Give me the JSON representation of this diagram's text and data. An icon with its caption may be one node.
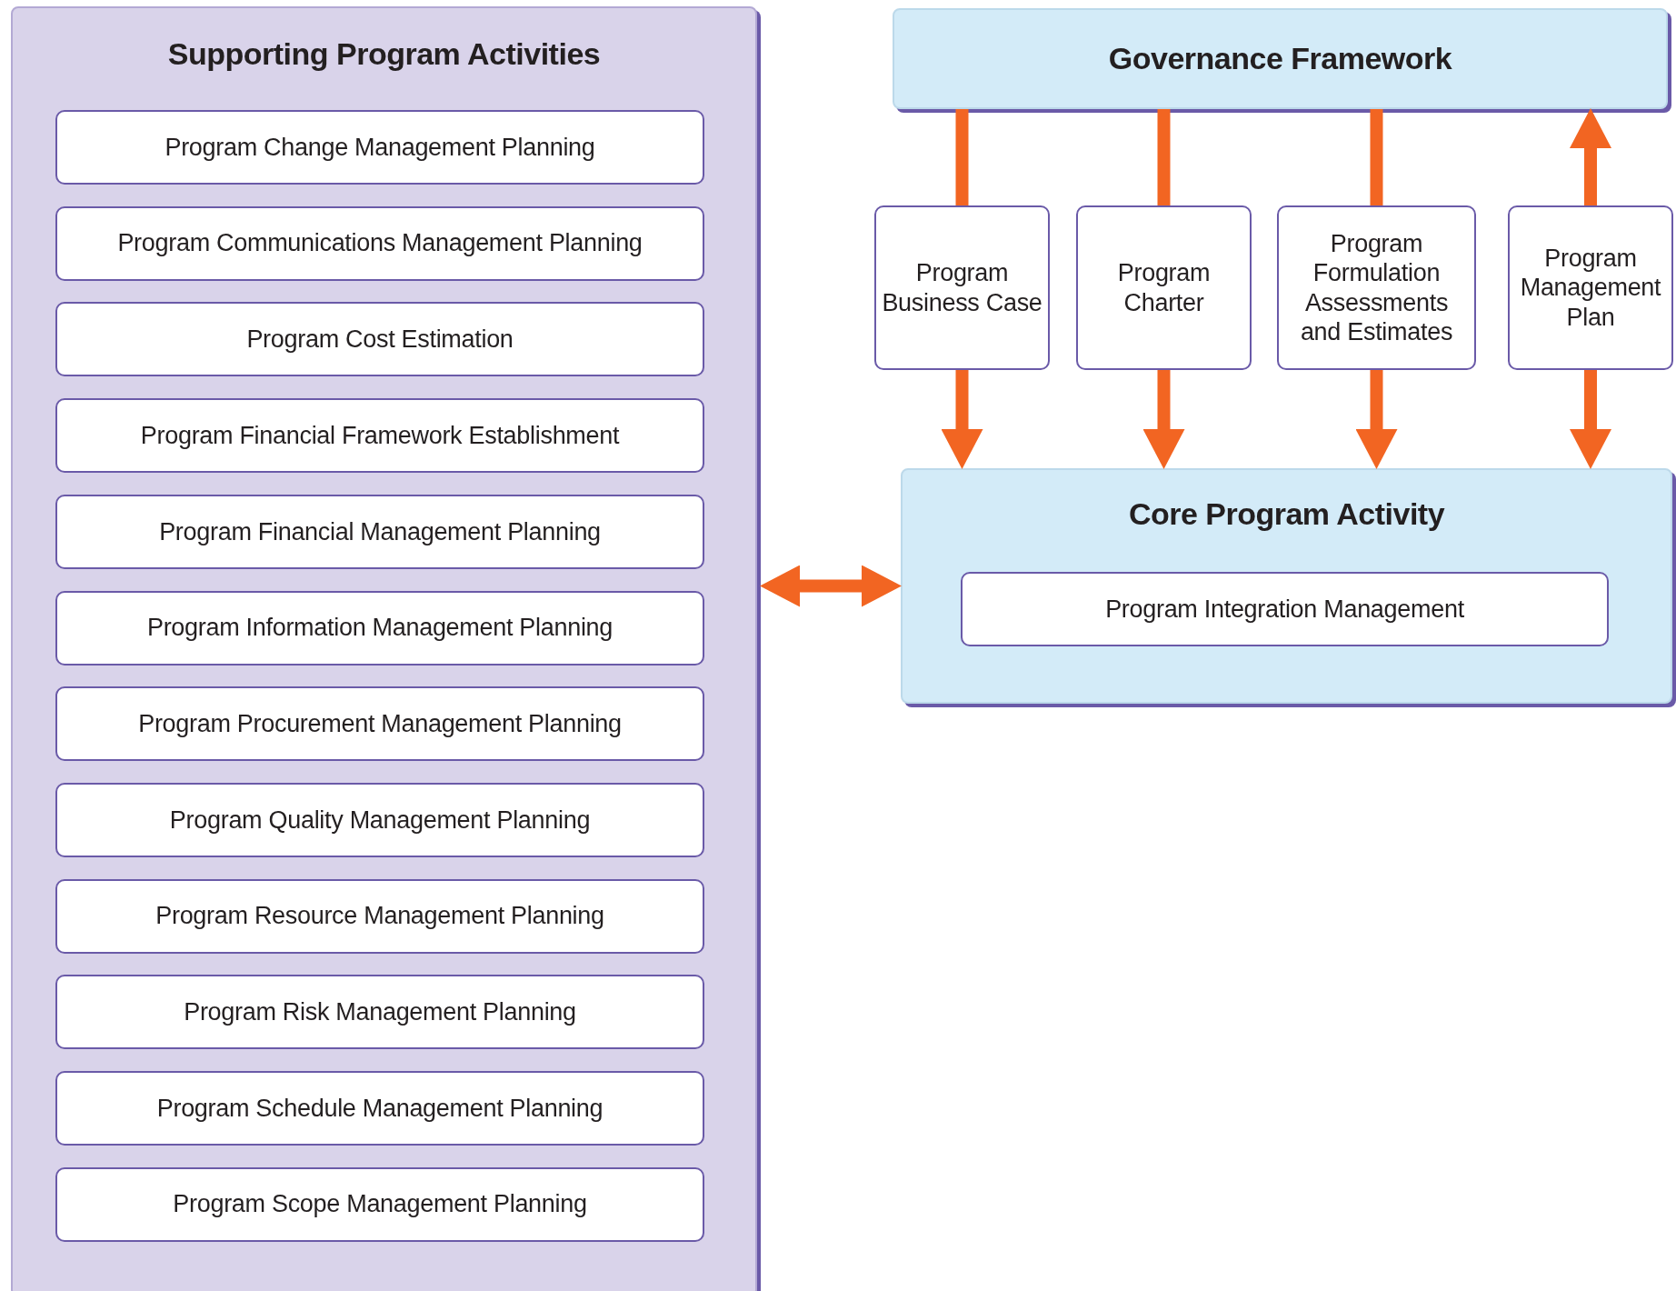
{
  "diagram": {
    "nodes": [
      {
        "text": [
          "Supporting Program Activities"
        ]
      },
      {
        "text": [
          "Program Change Management Planning"
        ],
        "in": 0
      },
      {
        "text": [
          "Program Communications Management Planning"
        ],
        "in": 0
      },
      {
        "text": [
          "Program Cost Estimation"
        ],
        "in": 0
      },
      {
        "text": [
          "Program Financial Framework Establishment"
        ],
        "in": 0
      },
      {
        "text": [
          "Program Financial Management Planning"
        ],
        "in": 0
      },
      {
        "text": [
          "Program Information Management Planning"
        ],
        "in": 0
      },
      {
        "text": [
          "Program Procurement Management Planning"
        ],
        "in": 0
      },
      {
        "text": [
          "Program Quality Management Planning"
        ],
        "in": 0
      },
      {
        "text": [
          "Program Resource Management Planning"
        ],
        "in": 0
      },
      {
        "text": [
          "Program Risk Management Planning"
        ],
        "in": 0
      },
      {
        "text": [
          "Program Schedule Management Planning"
        ],
        "in": 0
      },
      {
        "text": [
          "Program Scope Management Planning"
        ],
        "in": 0
      },
      {
        "text": [
          "Governance Framework"
        ]
      },
      {
        "text": [
          "Program Business Case"
        ]
      },
      {
        "text": [
          "Program Charter"
        ]
      },
      {
        "text": [
          "Program Formulation Assessments and Estimates"
        ]
      },
      {
        "text": [
          "Program Management Plan"
        ]
      },
      {
        "text": [
          "Core Program Activity"
        ]
      },
      {
        "text": [
          "Program Integration Management"
        ],
        "in": 18
      }
    ],
    "edges": [
      {
        "from": 13,
        "to": 14,
        "arrow": "none"
      },
      {
        "from": 14,
        "to": 18,
        "arrow": "to"
      },
      {
        "from": 13,
        "to": 15,
        "arrow": "none"
      },
      {
        "from": 15,
        "to": 18,
        "arrow": "to"
      },
      {
        "from": 13,
        "to": 16,
        "arrow": "none"
      },
      {
        "from": 16,
        "to": 18,
        "arrow": "to"
      },
      {
        "from": 17,
        "to": 13,
        "arrow": "to"
      },
      {
        "from": 17,
        "to": 18,
        "arrow": "to"
      },
      {
        "from": 0,
        "to": 18,
        "arrow": "both"
      }
    ]
  }
}
